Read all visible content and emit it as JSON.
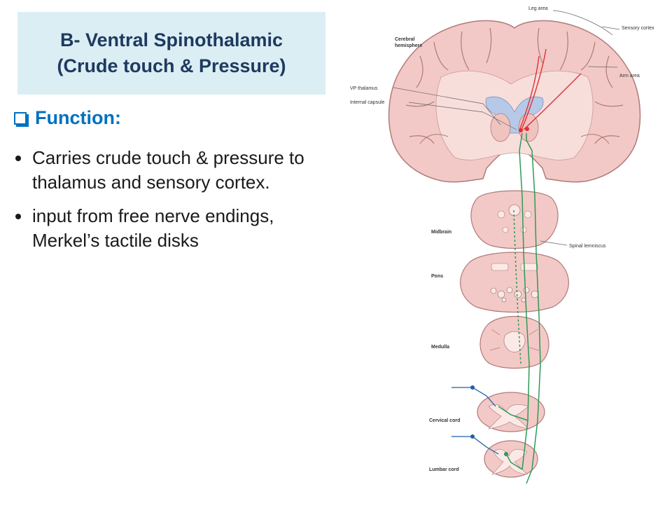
{
  "title": {
    "line1": "B- Ventral Spinothalamic",
    "line2": "(Crude touch & Pressure)"
  },
  "section": {
    "heading": "Function:"
  },
  "bullets": [
    "Carries crude touch & pressure to thalamus and sensory cortex.",
    "input from free nerve endings, Merkel’s tactile disks"
  ],
  "diagram": {
    "labels": {
      "leg_area": "Leg area",
      "sensory_cortex": "Sensory cortex",
      "cerebral_hemisphere_1": "Cerebral",
      "cerebral_hemisphere_2": "hemisphere",
      "arm_area": "Arm area",
      "vp_thalamus": "VP thalamus",
      "internal_capsule": "Internal capsule",
      "midbrain": "Midbrain",
      "spinal_lemniscus": "Spinal lemniscus",
      "pons": "Pons",
      "medulla": "Medulla",
      "cervical_cord": "Cervical cord",
      "lumbar_cord": "Lumbar cord"
    }
  },
  "colors": {
    "title_bg": "#dbeef3",
    "title_text": "#1f3a60",
    "heading": "#0070c0",
    "tissue": "#f2c9c6",
    "tissue_outline": "#b07a78",
    "ventricle": "#b7c9e8",
    "sensory_path": "#e0303a",
    "spinothalamic_path": "#2e9a58",
    "nerve": "#1f5fa8"
  }
}
